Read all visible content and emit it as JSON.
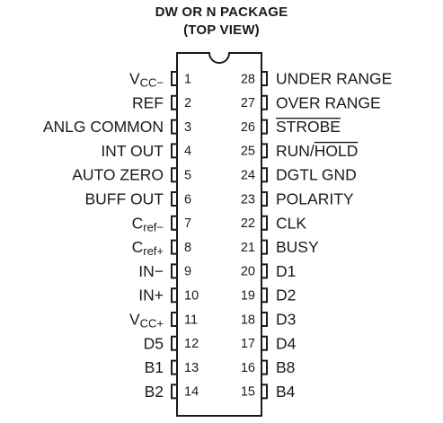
{
  "title": [
    "DW OR N PACKAGE",
    "(TOP VIEW)"
  ],
  "left_pins": [
    {
      "num": "1",
      "label": "V",
      "sub": "CC−",
      "overline": false
    },
    {
      "num": "2",
      "label": "REF",
      "sub": "",
      "overline": false
    },
    {
      "num": "3",
      "label": "ANLG COMMON",
      "sub": "",
      "overline": false
    },
    {
      "num": "4",
      "label": "INT OUT",
      "sub": "",
      "overline": false
    },
    {
      "num": "5",
      "label": "AUTO ZERO",
      "sub": "",
      "overline": false
    },
    {
      "num": "6",
      "label": "BUFF OUT",
      "sub": "",
      "overline": false
    },
    {
      "num": "7",
      "label": "C",
      "sub": "ref−",
      "overline": false
    },
    {
      "num": "8",
      "label": "C",
      "sub": "ref+",
      "overline": false
    },
    {
      "num": "9",
      "label": "IN−",
      "sub": "",
      "overline": false
    },
    {
      "num": "10",
      "label": "IN+",
      "sub": "",
      "overline": false
    },
    {
      "num": "11",
      "label": "V",
      "sub": "CC+",
      "overline": false
    },
    {
      "num": "12",
      "label": "D5",
      "sub": "",
      "overline": false
    },
    {
      "num": "13",
      "label": "B1",
      "sub": "",
      "overline": false
    },
    {
      "num": "14",
      "label": "B2",
      "sub": "",
      "overline": false
    }
  ],
  "right_pins": [
    {
      "num": "28",
      "label": "UNDER RANGE"
    },
    {
      "num": "27",
      "label": "OVER RANGE"
    },
    {
      "num": "26",
      "label": "STROBE",
      "overline_all": true
    },
    {
      "num": "25",
      "label": "RUN/",
      "label2": "HOLD",
      "overline2": true
    },
    {
      "num": "24",
      "label": "DGTL GND"
    },
    {
      "num": "23",
      "label": "POLARITY"
    },
    {
      "num": "22",
      "label": "CLK"
    },
    {
      "num": "21",
      "label": "BUSY"
    },
    {
      "num": "20",
      "label": "D1"
    },
    {
      "num": "19",
      "label": "D2"
    },
    {
      "num": "18",
      "label": "D3"
    },
    {
      "num": "17",
      "label": "D4"
    },
    {
      "num": "16",
      "label": "B8"
    },
    {
      "num": "15",
      "label": "B4"
    }
  ],
  "colors": {
    "ink": "#1a1a1a",
    "background": "#ffffff"
  }
}
